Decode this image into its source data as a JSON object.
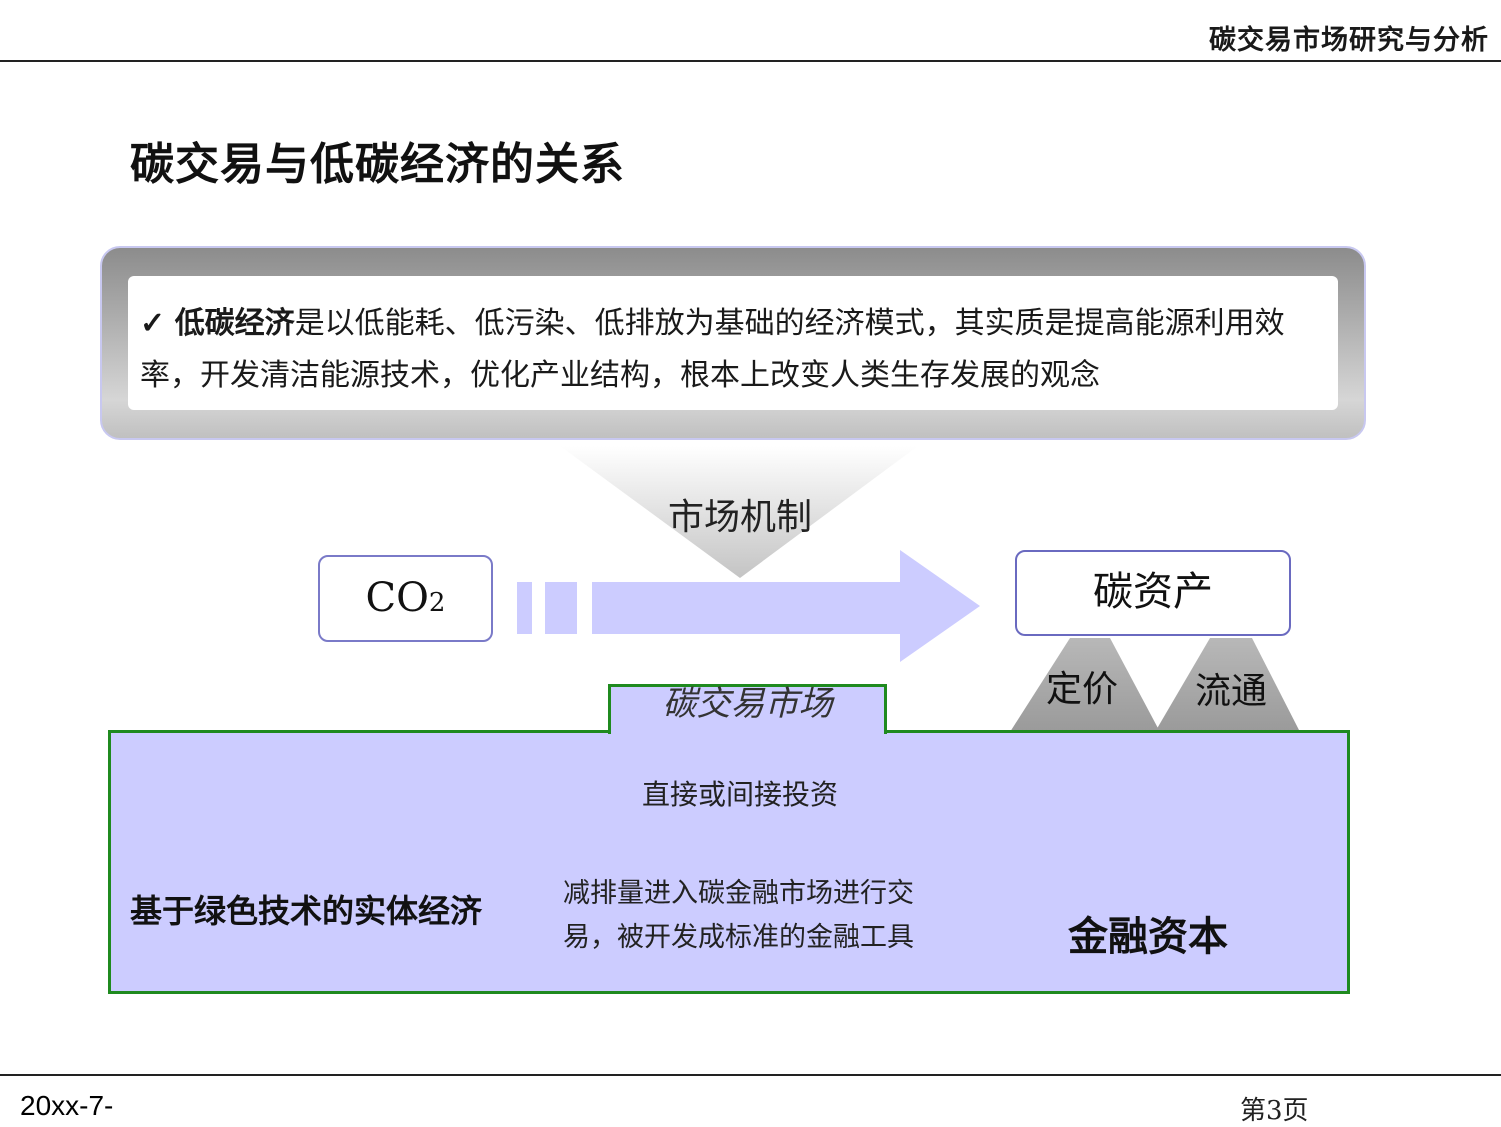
{
  "header": {
    "title": "碳交易市场研究与分析"
  },
  "page_title": "碳交易与低碳经济的关系",
  "callout": {
    "check": "✓",
    "keyword": "低碳经济",
    "text": "是以低能耗、低污染、低排放为基础的经济模式，其实质是提高能源利用效率，开发清洁能源技术，优化产业结构，根本上改变人类生存发展的观念"
  },
  "diagram": {
    "mechanism": "市场机制",
    "co2": {
      "main": "CO",
      "sub": "2"
    },
    "carbon_asset": "碳资产",
    "pricing": "定价",
    "circulation": "流通",
    "carbon_market": "碳交易市场",
    "investment": "直接或间接投资",
    "real_economy": "基于绿色技术的实体经济",
    "reduction": "减排量进入碳金融市场进行交易，被开发成标准的金融工具",
    "financial_capital": "金融资本"
  },
  "footer": {
    "date": "20xx-7-",
    "page": "第3页"
  },
  "colors": {
    "box_fill": "#ccccff",
    "box_border": "#1f8a1f",
    "arrow": "#ccccff",
    "callout_frame": "#a8a8a8"
  }
}
